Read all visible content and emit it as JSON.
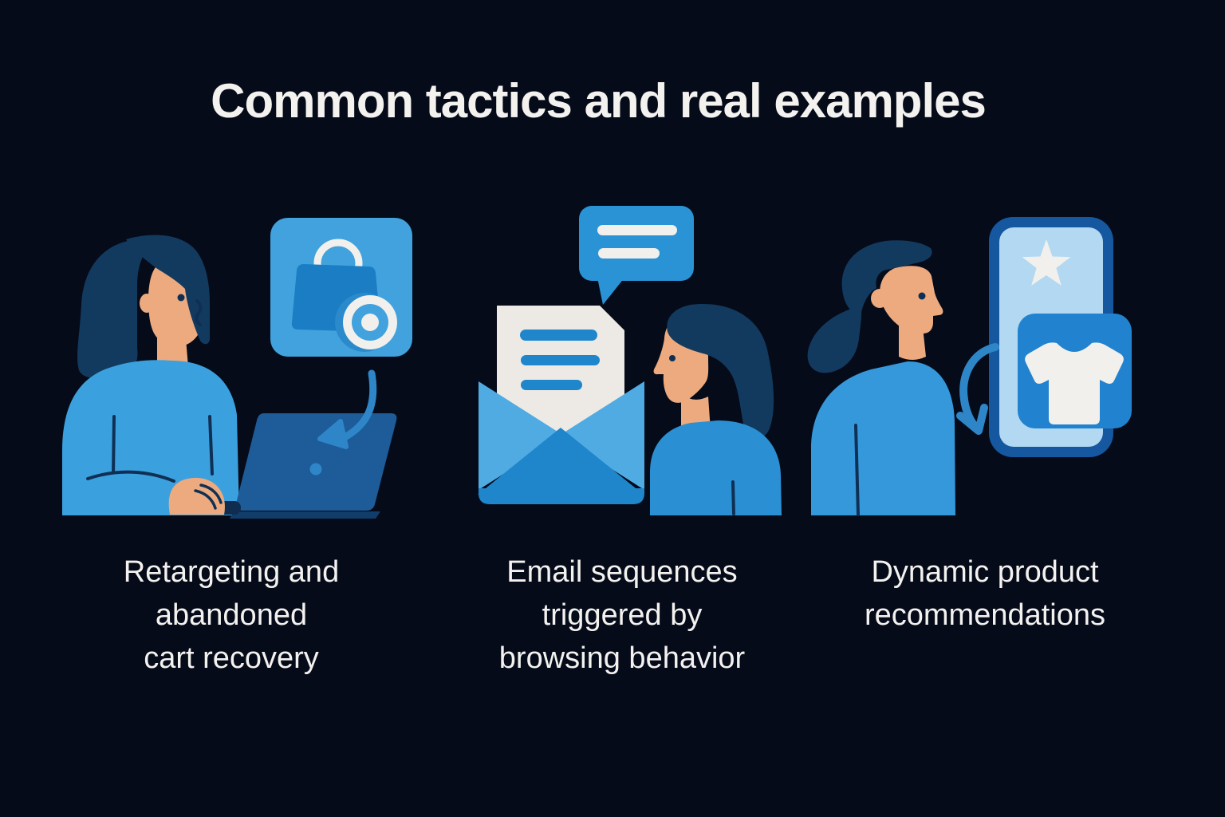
{
  "title": "Common tactics and real examples",
  "colors": {
    "background": "#060b1a",
    "title_text": "#f3f2ef",
    "caption_text": "#f3f2ef",
    "white": "#f2f0ec",
    "skin": "#ecaa7e",
    "hair_navy": "#123a5f",
    "outline_navy": "#0f3054",
    "card_light": "#41a2dd",
    "shirt_left": "#3ba1de",
    "shirt_mid": "#2b90d3",
    "shirt_right": "#3498db",
    "bag_blue": "#1b7ec4",
    "badge_ring_bg": "#2a8acc",
    "laptop_blue": "#1d5c99",
    "laptop_base": "#113d6b",
    "keyboard_navy": "#0e2d50",
    "arrow_blue": "#2e86c8",
    "bubble_blue": "#2a93d5",
    "envelope_light": "#4fabe2",
    "envelope_front": "#1f86cc",
    "letter_white": "#edeae5",
    "phone_border": "#1558a0",
    "phone_screen": "#b2d8f2",
    "card_blue": "#2183cf"
  },
  "panels": [
    {
      "name": "retargeting-abandoned-cart",
      "illustration": "woman-at-laptop-with-shopping-bag-app-icon-and-arrow",
      "icons": [
        "shopping-bag-icon",
        "target-badge-icon",
        "curved-arrow-icon",
        "laptop-icon",
        "woman-avatar"
      ],
      "caption_lines": [
        "Retargeting and",
        "abandoned",
        "cart recovery"
      ]
    },
    {
      "name": "email-sequences",
      "illustration": "open-envelope-letter-with-speech-bubble-and-woman",
      "icons": [
        "speech-bubble-icon",
        "envelope-icon",
        "letter-icon",
        "woman-avatar"
      ],
      "caption_lines": [
        "Email sequences",
        "triggered by",
        "browsing behavior"
      ]
    },
    {
      "name": "dynamic-product-recommendations",
      "illustration": "woman-with-smartphone-star-and-tshirt-product-card",
      "icons": [
        "smartphone-icon",
        "star-icon",
        "tshirt-product-icon",
        "curved-arrow-icon",
        "woman-avatar"
      ],
      "caption_lines": [
        "Dynamic product",
        "recommendations"
      ]
    }
  ]
}
